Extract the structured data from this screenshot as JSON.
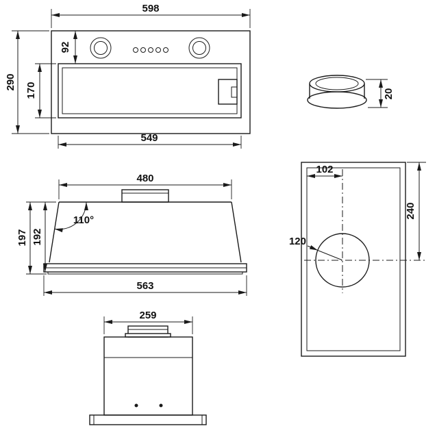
{
  "colors": {
    "line": "#1a1a1a",
    "background": "#ffffff"
  },
  "front_view": {
    "width_top": "598",
    "control_panel_height": "92",
    "total_height": "290",
    "glass_panel_height": "170",
    "body_width": "549"
  },
  "duct_connector": {
    "collar_height": "20"
  },
  "side_view": {
    "top_width": "480",
    "front_angle": "110°",
    "total_height": "197",
    "body_height": "192",
    "bottom_width": "563"
  },
  "top_view": {
    "outlet_offset_from_side": "102",
    "outlet_offset_from_rear": "240",
    "outlet_diameter": "120"
  },
  "rear_view": {
    "body_width": "259"
  }
}
